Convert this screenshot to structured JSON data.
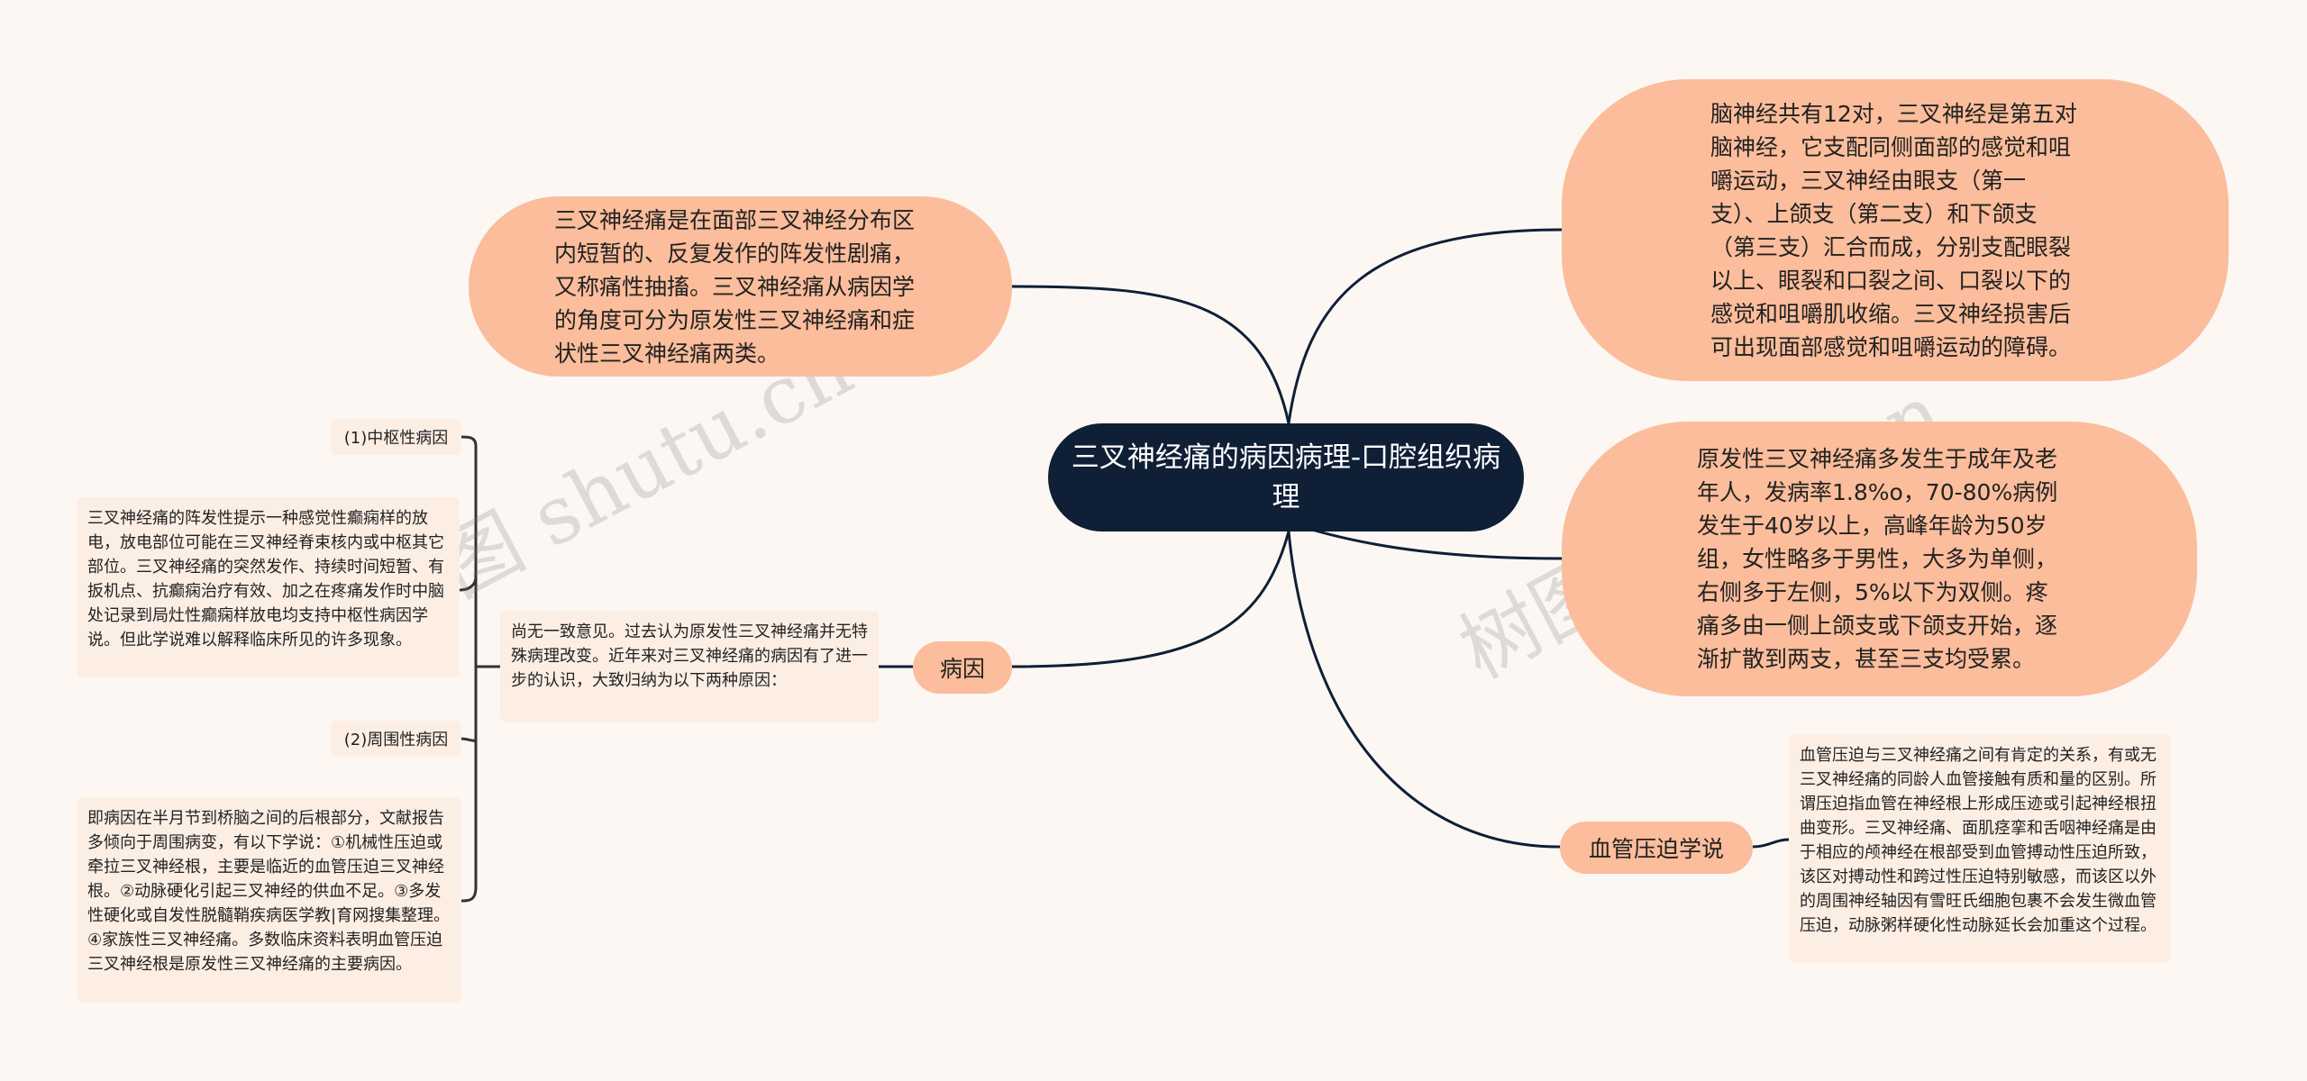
{
  "center": {
    "title": "三叉神经痛的病因病理-口腔组织病理"
  },
  "left_top": {
    "text": "三叉神经痛是在面部三叉神经分布区内短暂的、反复发作的阵发性剧痛，又称痛性抽搐。三叉神经痛从病因学的角度可分为原发性三叉神经痛和症状性三叉神经痛两类。"
  },
  "right_top": {
    "text": "脑神经共有12对，三叉神经是第五对脑神经，它支配同侧面部的感觉和咀嚼运动，三叉神经由眼支（第一支）、上颌支（第二支）和下颌支（第三支）汇合而成，分别支配眼裂以上、眼裂和口裂之间、口裂以下的感觉和咀嚼肌收缩。三叉神经损害后可出现面部感觉和咀嚼运动的障碍。"
  },
  "right_mid": {
    "text": "原发性三叉神经痛多发生于成年及老年人，发病率1.8%o，70-80%病例发生于40岁以上，高峰年龄为50岁组，女性略多于男性，大多为单侧，右侧多于左侧，5%以下为双侧。疼痛多由一侧上颌支或下颌支开始，逐渐扩散到两支，甚至三支均受累。"
  },
  "vascular": {
    "label": "血管压迫学说",
    "text": "血管压迫与三叉神经痛之间有肯定的关系，有或无三叉神经痛的同龄人血管接触有质和量的区别。所谓压迫指血管在神经根上形成压迹或引起神经根扭曲变形。三叉神经痛、面肌痉挛和舌咽神经痛是由于相应的颅神经在根部受到血管搏动性压迫所致，该区对搏动性和跨过性压迫特别敏感，而该区以外的周围神经轴因有雪旺氏细胞包裹不会发生微血管压迫，动脉粥样硬化性动脉延长会加重这个过程。"
  },
  "etiology": {
    "label": "病因",
    "intro": "尚无一致意见。过去认为原发性三叉神经痛并无特殊病理改变。近年来对三叉神经痛的病因有了进一步的认识，大致归纳为以下两种原因：",
    "central_label": "(1)中枢性病因",
    "central_text": "三叉神经痛的阵发性提示一种感觉性癫痫样的放电，放电部位可能在三叉神经脊束核内或中枢其它部位。三叉神经痛的突然发作、持续时间短暂、有扳机点、抗癫痫治疗有效、加之在疼痛发作时中脑处记录到局灶性癫痫样放电均支持中枢性病因学说。但此学说难以解释临床所见的许多现象。",
    "peripheral_label": "(2)周围性病因",
    "peripheral_text": "即病因在半月节到桥脑之间的后根部分，文献报告多倾向于周围病变，有以下学说：①机械性压迫或牵拉三叉神经根，主要是临近的血管压迫三叉神经根。②动脉硬化引起三叉神经的供血不足。③多发性硬化或自发性脱髓鞘疾病医学教|育网搜集整理。④家族性三叉神经痛。多数临床资料表明血管压迫三叉神经根是原发性三叉神经痛的主要病因。"
  },
  "watermarks": [
    "树图 shutu.cn",
    "树图 shutu.cn"
  ],
  "colors": {
    "center_bg": "#0f1f36",
    "bubble": "#fbbd9b",
    "note": "#fdeee4",
    "line": "#0f1f36",
    "background": "#fcf7f3"
  }
}
